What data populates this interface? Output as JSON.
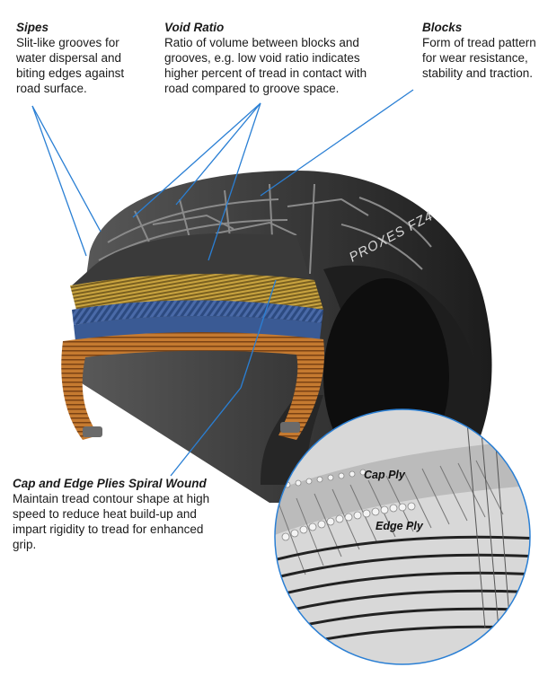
{
  "callouts": {
    "sipes": {
      "title": "Sipes",
      "description": "Slit-like grooves for water dispersal and biting edges against road surface."
    },
    "void_ratio": {
      "title": "Void Ratio",
      "description": "Ratio of volume between blocks and grooves, e.g. low void ratio indicates higher percent of tread in contact with road compared to groove space."
    },
    "blocks": {
      "title": "Blocks",
      "description": "Form of tread pattern for wear resistance, stability and traction."
    },
    "cap_edge": {
      "title": "Cap and Edge Plies Spiral Wound",
      "description": "Maintain tread contour shape at high speed to reduce heat build-up and impart rigidity to tread for enhanced grip."
    }
  },
  "tire": {
    "brand_text": "PROXES FZ4"
  },
  "inset": {
    "cap_ply_label": "Cap Ply",
    "edge_ply_label": "Edge Ply"
  },
  "colors": {
    "leader_line": "#2a7fd4",
    "tire_dark": "#2b2b2b",
    "belt_orange": "#c87a2c",
    "belt_blue": "#3c5f9c"
  }
}
